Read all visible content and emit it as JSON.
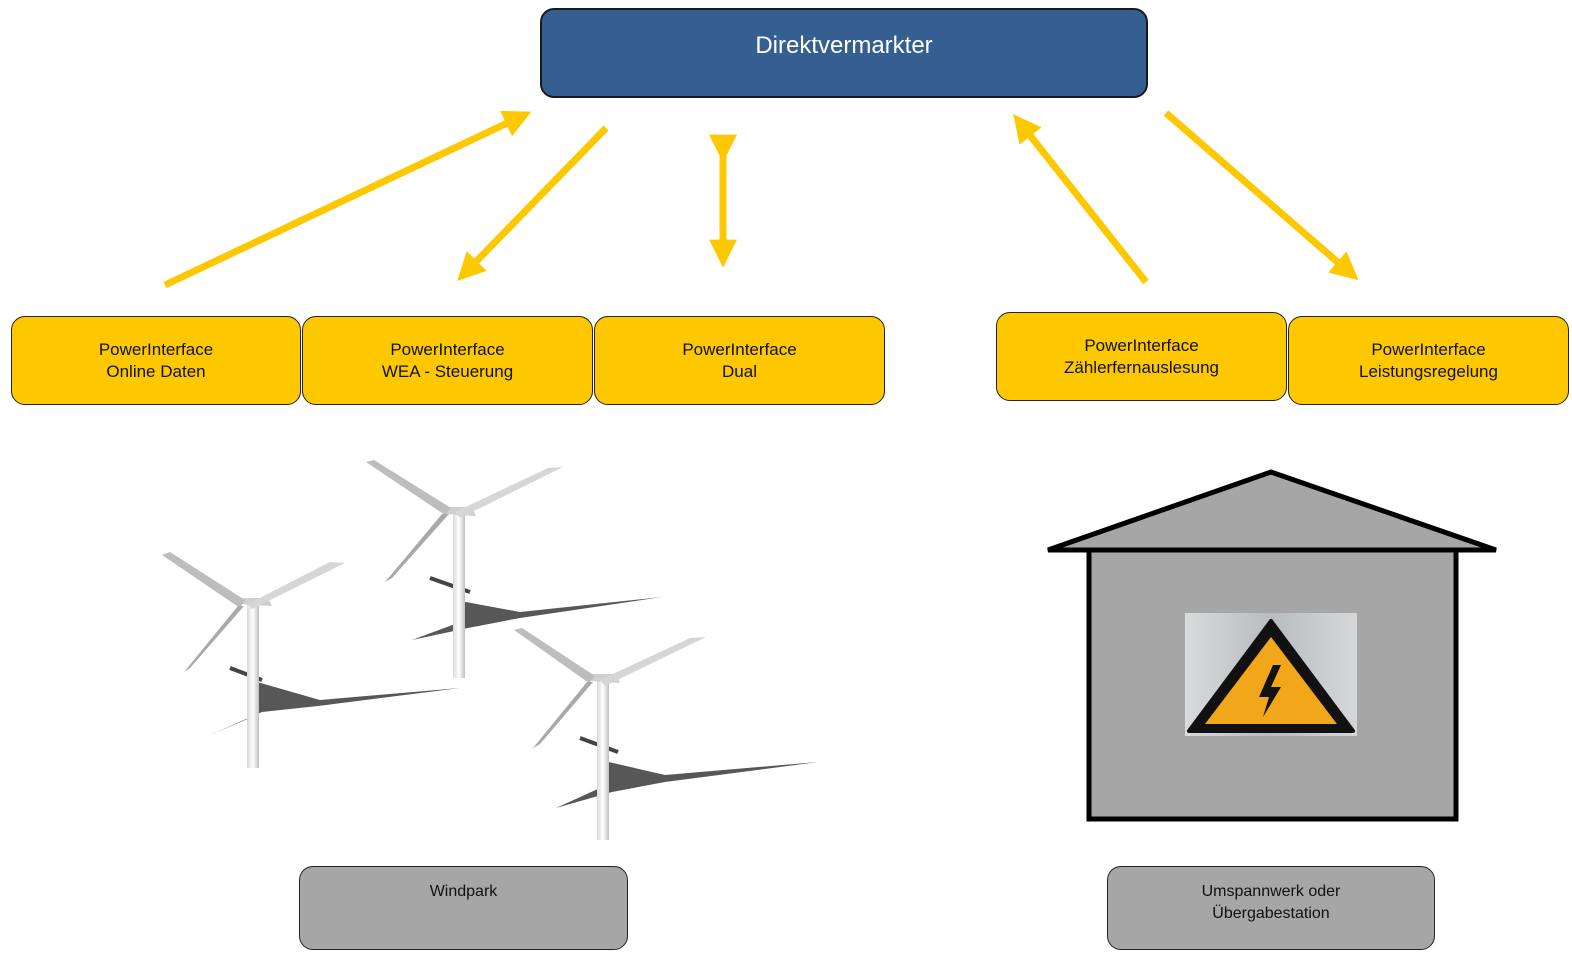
{
  "colors": {
    "top_box": "#345f90",
    "interface_box": "#fdc800",
    "location_box": "#a6a6a6",
    "arrow": "#fdc800",
    "house": "#a6a6a6"
  },
  "top_box": {
    "label": "Direktvermarkter"
  },
  "interfaces": [
    {
      "line1": "PowerInterface",
      "line2": "Online Daten"
    },
    {
      "line1": "PowerInterface",
      "line2": "WEA - Steuerung"
    },
    {
      "line1": "PowerInterface",
      "line2": "Dual"
    },
    {
      "line1": "PowerInterface",
      "line2": "Zählerfernauslesung"
    },
    {
      "line1": "PowerInterface",
      "line2": "Leistungsregelung"
    }
  ],
  "locations": [
    {
      "line1": "Windpark",
      "line2": ""
    },
    {
      "line1": "Umspannwerk oder",
      "line2": "Übergabestation"
    }
  ],
  "icons": [
    "wind-turbine-icon",
    "substation-house-icon",
    "high-voltage-warning-icon"
  ]
}
